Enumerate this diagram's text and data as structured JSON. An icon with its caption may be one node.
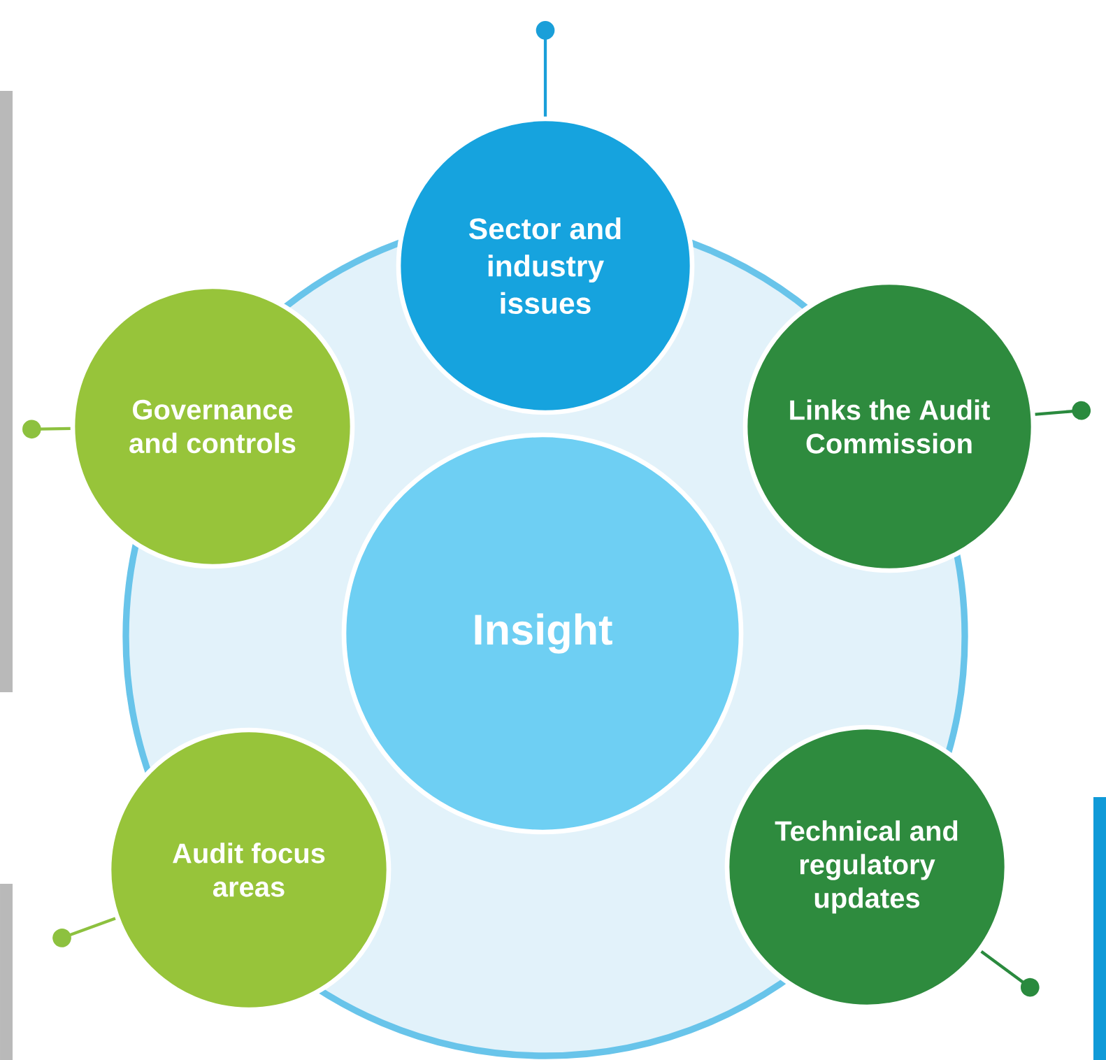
{
  "diagram": {
    "nodes": [
      {
        "text": [
          "Sector and industry issues"
        ]
      },
      {
        "text": [
          "Governance and controls"
        ]
      },
      {
        "text": [
          "Links the Audit Commission"
        ]
      },
      {
        "text": [
          "Insight"
        ]
      },
      {
        "text": [
          "Audit focus areas"
        ]
      },
      {
        "text": [
          "Technical and regulatory updates"
        ]
      }
    ],
    "edges": [
      {
        "from": 0,
        "to": null,
        "arrow": "other",
        "color": "#1a9fd9"
      },
      {
        "from": 1,
        "to": null,
        "arrow": "other",
        "color": "#8dc13f"
      },
      {
        "from": 2,
        "to": null,
        "arrow": "other",
        "color": "#2a8a3e"
      },
      {
        "from": 4,
        "to": null,
        "arrow": "other",
        "color": "#8dc13f"
      },
      {
        "from": 5,
        "to": null,
        "arrow": "other",
        "color": "#2a8a3e"
      }
    ]
  }
}
